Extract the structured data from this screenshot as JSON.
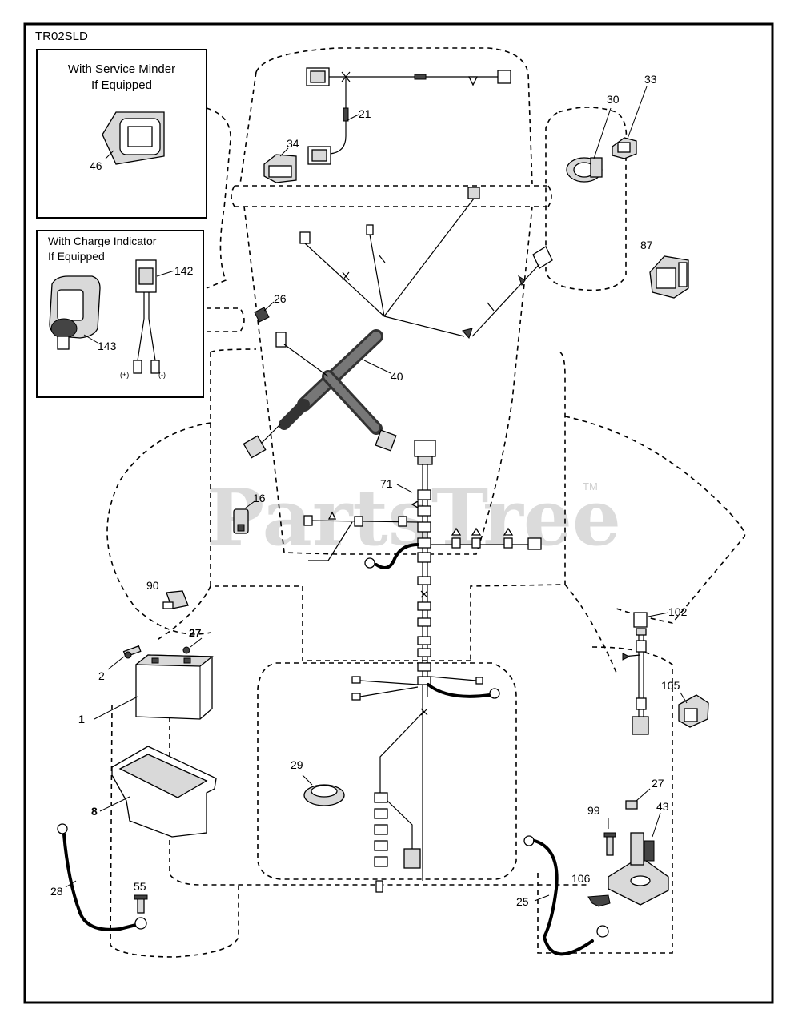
{
  "diagram_code": "TR02SLD",
  "insets": {
    "service_minder": {
      "line1": "With Service Minder",
      "line2": "If Equipped"
    },
    "charge_indicator": {
      "line1": "With Charge Indicator",
      "line2": "If Equipped",
      "plus": "(+)",
      "minus": "(-)"
    }
  },
  "watermark": {
    "text": "PartsTree",
    "tm": "TM"
  },
  "callouts": {
    "c46": "46",
    "c142": "142",
    "c143": "143",
    "c21": "21",
    "c34": "34",
    "c30": "30",
    "c33": "33",
    "c87": "87",
    "c26": "26",
    "c40": "40",
    "c71": "71",
    "c16": "16",
    "c90": "90",
    "c2": "2",
    "c27a": "27",
    "c1": "1",
    "c8": "8",
    "c29": "29",
    "c28": "28",
    "c55": "55",
    "c102": "102",
    "c105": "105",
    "c27b": "27",
    "c43": "43",
    "c99": "99",
    "c106": "106",
    "c25": "25"
  }
}
